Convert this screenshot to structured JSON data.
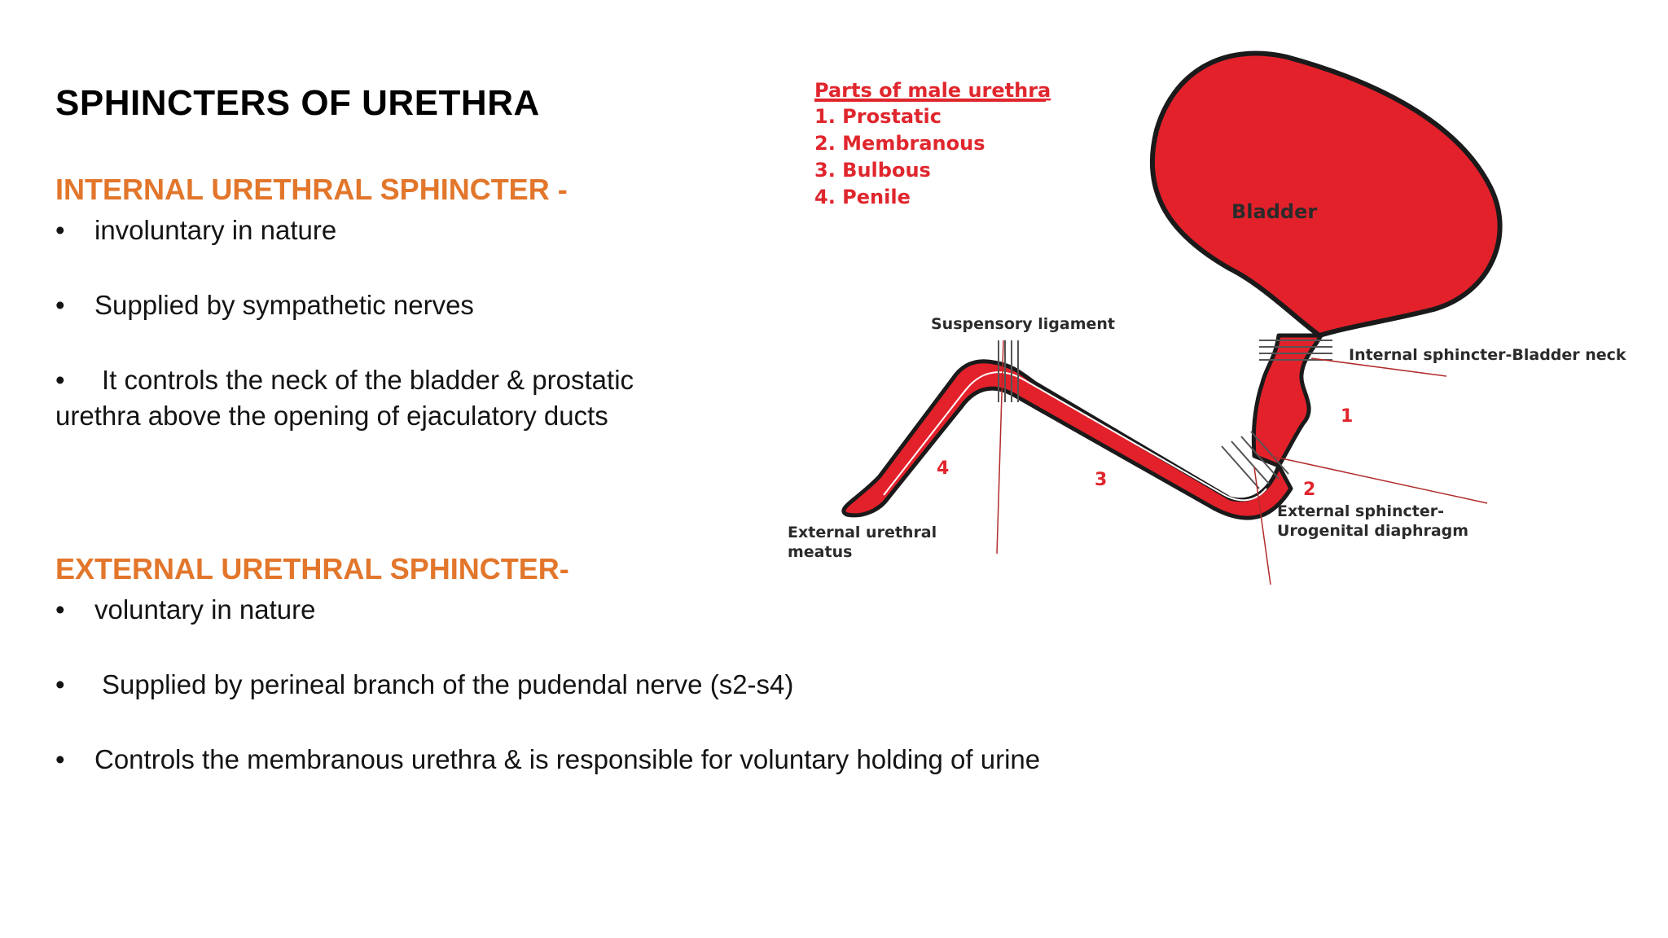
{
  "slide": {
    "title": "SPHINCTERS OF URETHRA",
    "internal": {
      "heading": "INTERNAL URETHRAL SPHINCTER -",
      "bullets": [
        "involuntary in nature",
        "Supplied by sympathetic nerves",
        "It controls the neck of the bladder & prostatic"
      ],
      "continuation": "urethra above the opening of ejaculatory ducts"
    },
    "external": {
      "heading": "EXTERNAL URETHRAL SPHINCTER-",
      "bullets": [
        "voluntary in nature",
        "Supplied by perineal branch of the pudendal nerve (s2-s4)",
        "Controls the membranous urethra & is responsible for voluntary holding of urine"
      ]
    },
    "bullet_symbol": "•"
  },
  "diagram": {
    "legend_title": "Parts of male urethra",
    "legend_items": [
      "1. Prostatic",
      "2. Membranous",
      "3. Bulbous",
      "4. Penile"
    ],
    "bladder_label": "Bladder",
    "suspensory_label": "Suspensory ligament",
    "internal_sphincter_label": "Internal sphincter-Bladder neck",
    "external_sphincter_label_1": "External sphincter-",
    "external_sphincter_label_2": "Urogenital diaphragm",
    "meatus_label_1": "External urethral",
    "meatus_label_2": "meatus",
    "part_numbers": [
      "1",
      "2",
      "3",
      "4"
    ],
    "colors": {
      "organ": "#e3212b",
      "outline": "#1a1a1a",
      "heading": "#e2762b",
      "leader": "#b22b2b"
    }
  }
}
